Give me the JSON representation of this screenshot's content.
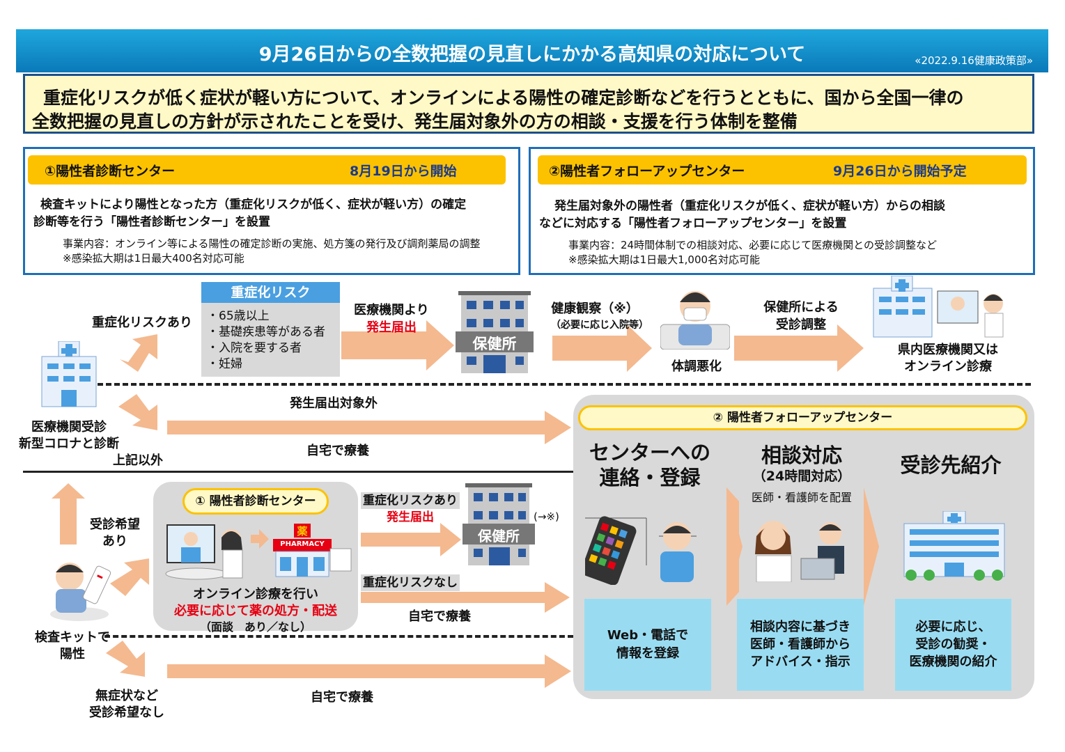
{
  "header": {
    "title": "9月26日からの全数把握の見直しにかかる高知県の対応について",
    "date": "«2022.9.16健康政策部»"
  },
  "summary": {
    "line1": "重症化リスクが低く症状が軽い方について、オンラインによる陽性の確定診断などを行うとともに、国から全国一律の",
    "line2": "全数把握の見直しの方針が示されたことを受け、発生届対象外の方の相談・支援を行う体制を整備"
  },
  "center1": {
    "name": "①陽性者診断センター",
    "date": "8月19日から開始",
    "desc1": "検査キットにより陽性となった方（重症化リスクが低く、症状が軽い方）の確定",
    "desc2": "診断等を行う「陽性者診断センター」を設置",
    "note1": "事業内容：オンライン等による陽性の確定診断の実施、処方箋の発行及び調剤薬局の調整",
    "note2": "※感染拡大期は1日最大400名対応可能"
  },
  "center2": {
    "name": "②陽性者フォローアップセンター",
    "date": "9月26日から開始予定",
    "desc1": "発生届対象外の陽性者（重症化リスクが低く、症状が軽い方）からの相談",
    "desc2": "などに対応する「陽性者フォローアップセンター」を設置",
    "note1": "事業内容：24時間体制での相談対応、必要に応じて医療機関との受診調整など",
    "note2": "※感染拡大期は1日最大1,000名対応可能"
  },
  "flow": {
    "risk_yes": "重症化リスクあり",
    "risk_box_title": "重症化リスク",
    "risk_items": [
      "・65歳以上",
      "・基礎疾患等がある者",
      "・入院を要する者",
      "・妊婦"
    ],
    "from_hospital": "医療機関より",
    "report": "発生届出",
    "health_obs": "健康観察（※）",
    "hosp_if_needed": "（必要に応じ入院等）",
    "worse": "体調悪化",
    "hc_coord1": "保健所による",
    "hc_coord2": "受診調整",
    "hosp_or_online1": "県内医療機関又は",
    "hosp_or_online2": "オンライン診療",
    "not_target": "発生届出対象外",
    "home_care": "自宅で療養",
    "clinic1": "医療機関受診",
    "clinic2": "新型コロナと診断",
    "other": "上記以外",
    "want_visit1": "受診希望",
    "want_visit2": "あり",
    "test_kit1": "検査キットで",
    "test_kit2": "陽性",
    "no_symptom1": "無症状など",
    "no_symptom2": "受診希望なし",
    "diag_center_pill": "① 陽性者診断センター",
    "online1": "オンライン診療を行い",
    "online2": "必要に応じて薬の処方・配送",
    "online3": "（面談　あり／なし）",
    "risk_yes2": "重症化リスクあり",
    "report2": "発生届出",
    "ref_note": "(→※)",
    "risk_no": "重症化リスクなし",
    "home_care2": "自宅で療養",
    "home_care3": "自宅で療養",
    "hokenjo": "保健所",
    "hokenjo2": "保健所",
    "pharmacy": "PHARMACY",
    "yaku": "薬"
  },
  "followup": {
    "pill": "② 陽性者フォローアップセンター",
    "step1_1": "センターへの",
    "step1_2": "連絡・登録",
    "step2": "相談対応",
    "step2_sub": "（24時間対応）",
    "step2_staff": "医師・看護師を配置",
    "step3": "受診先紹介",
    "box1_1": "Web・電話で",
    "box1_2": "情報を登録",
    "box2_1": "相談内容に基づき",
    "box2_2": "医師・看護師から",
    "box2_3": "アドバイス・指示",
    "box3_1": "必要に応じ、",
    "box3_2": "受診の勧奨・",
    "box3_3": "医療機関の紹介"
  },
  "colors": {
    "arrow": "#f4b98f",
    "accent_yellow": "#fcc200",
    "header_blue": "#0a79b9",
    "light_blue": "#99dcf2",
    "red": "#e60012"
  }
}
